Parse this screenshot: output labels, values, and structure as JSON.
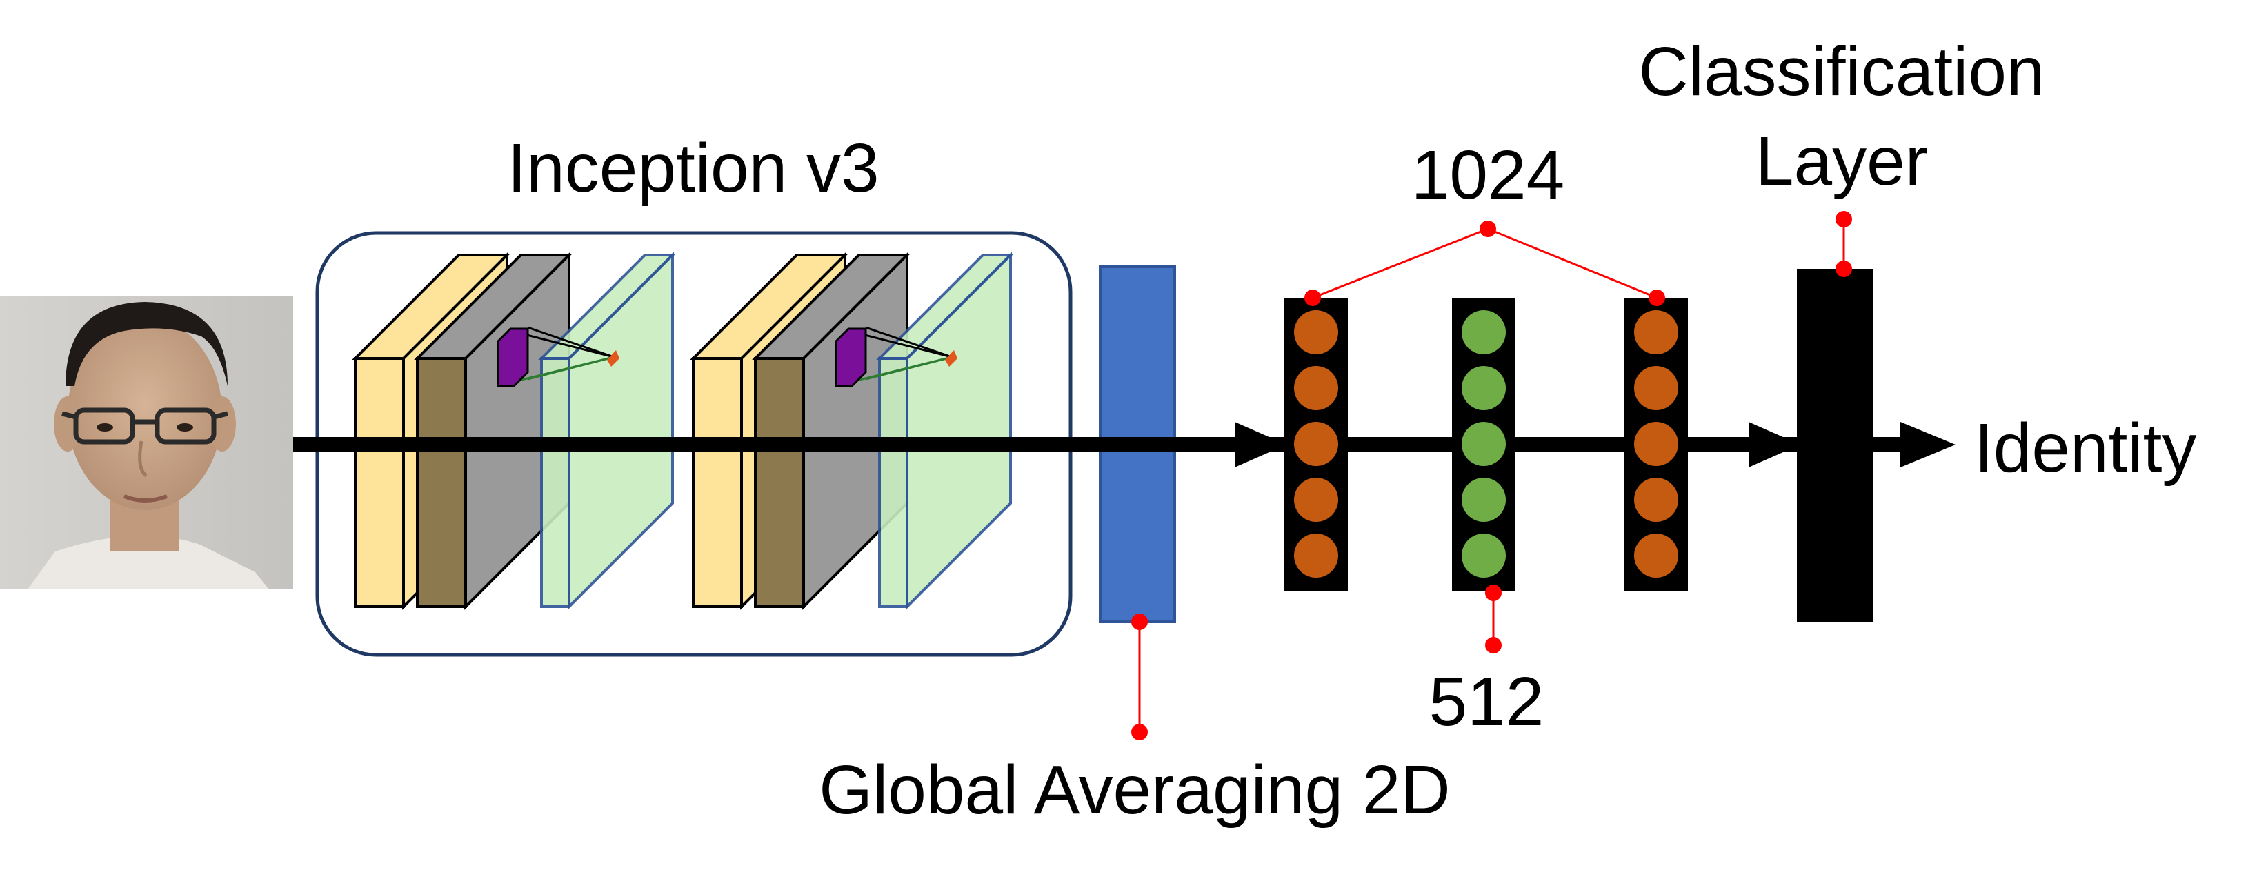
{
  "labels": {
    "inception": "Inception v3",
    "classification_line1": "Classification",
    "classification_line2": "Layer",
    "dense_1024": "1024",
    "dense_512": "512",
    "global_avg": "Global Averaging 2D",
    "identity": "Identity"
  },
  "colors": {
    "conv_yellow": "#fde49a",
    "conv_brown": "#8c7a4e",
    "conv_gray": "#9a9a9a",
    "feature_green": "#c9eec0",
    "kernel_purple": "#7a0f9a",
    "gap_blue": "#4472c4",
    "neuron_orange": "#c55a11",
    "neuron_green": "#70ad47",
    "connector_red": "#ff0000",
    "inception_border": "#1f3864"
  },
  "icons": {
    "input": "face-photo-icon",
    "arrow": "arrow-head-icon"
  }
}
